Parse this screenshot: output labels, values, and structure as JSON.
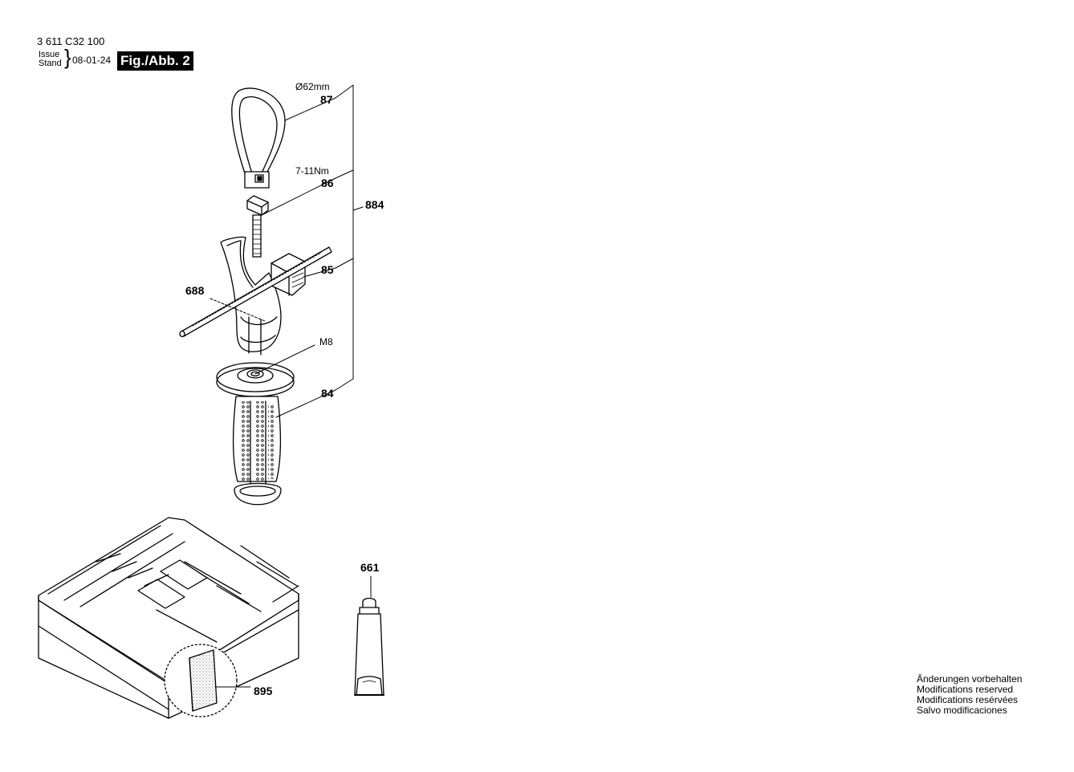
{
  "header": {
    "doc_number": "3 611 C32 100",
    "issue_label": "Issue",
    "stand_label": "Stand",
    "date": "08-01-24",
    "figure_label": "Fig./Abb. 2"
  },
  "callouts": {
    "p87_spec": "Ø62mm",
    "p87": "87",
    "p86_spec": "7-11Nm",
    "p86": "86",
    "p884": "884",
    "p85": "85",
    "p688": "688",
    "m8_spec": "M8",
    "p84": "84",
    "p661": "661",
    "p895": "895"
  },
  "notes": [
    "Änderungen vorbehalten",
    "Modifications reserved",
    "Modifications resérvées",
    "Salvo modificaciones"
  ]
}
